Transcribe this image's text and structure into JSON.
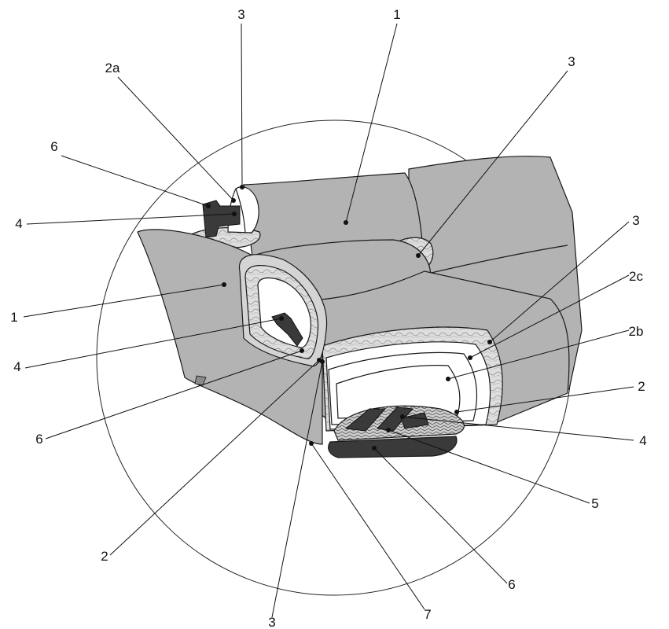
{
  "callouts": [
    {
      "label": "1"
    },
    {
      "label": "3"
    },
    {
      "label": "2a"
    },
    {
      "label": "3"
    },
    {
      "label": "6"
    },
    {
      "label": "4"
    },
    {
      "label": "1"
    },
    {
      "label": "3"
    },
    {
      "label": "2c"
    },
    {
      "label": "2b"
    },
    {
      "label": "4"
    },
    {
      "label": "6"
    },
    {
      "label": "2"
    },
    {
      "label": "4"
    },
    {
      "label": "5"
    },
    {
      "label": "2"
    },
    {
      "label": "3"
    },
    {
      "label": "7"
    },
    {
      "label": "6"
    }
  ],
  "colors": {
    "fabric": "#b3b3b3",
    "fabric_dark": "#9e9e9e",
    "edge_light": "#d4d4d4",
    "fiber": "#d9d9d9",
    "foam": "#ffffff",
    "block": "#3a3a3a",
    "line": "#1a1a1a"
  }
}
